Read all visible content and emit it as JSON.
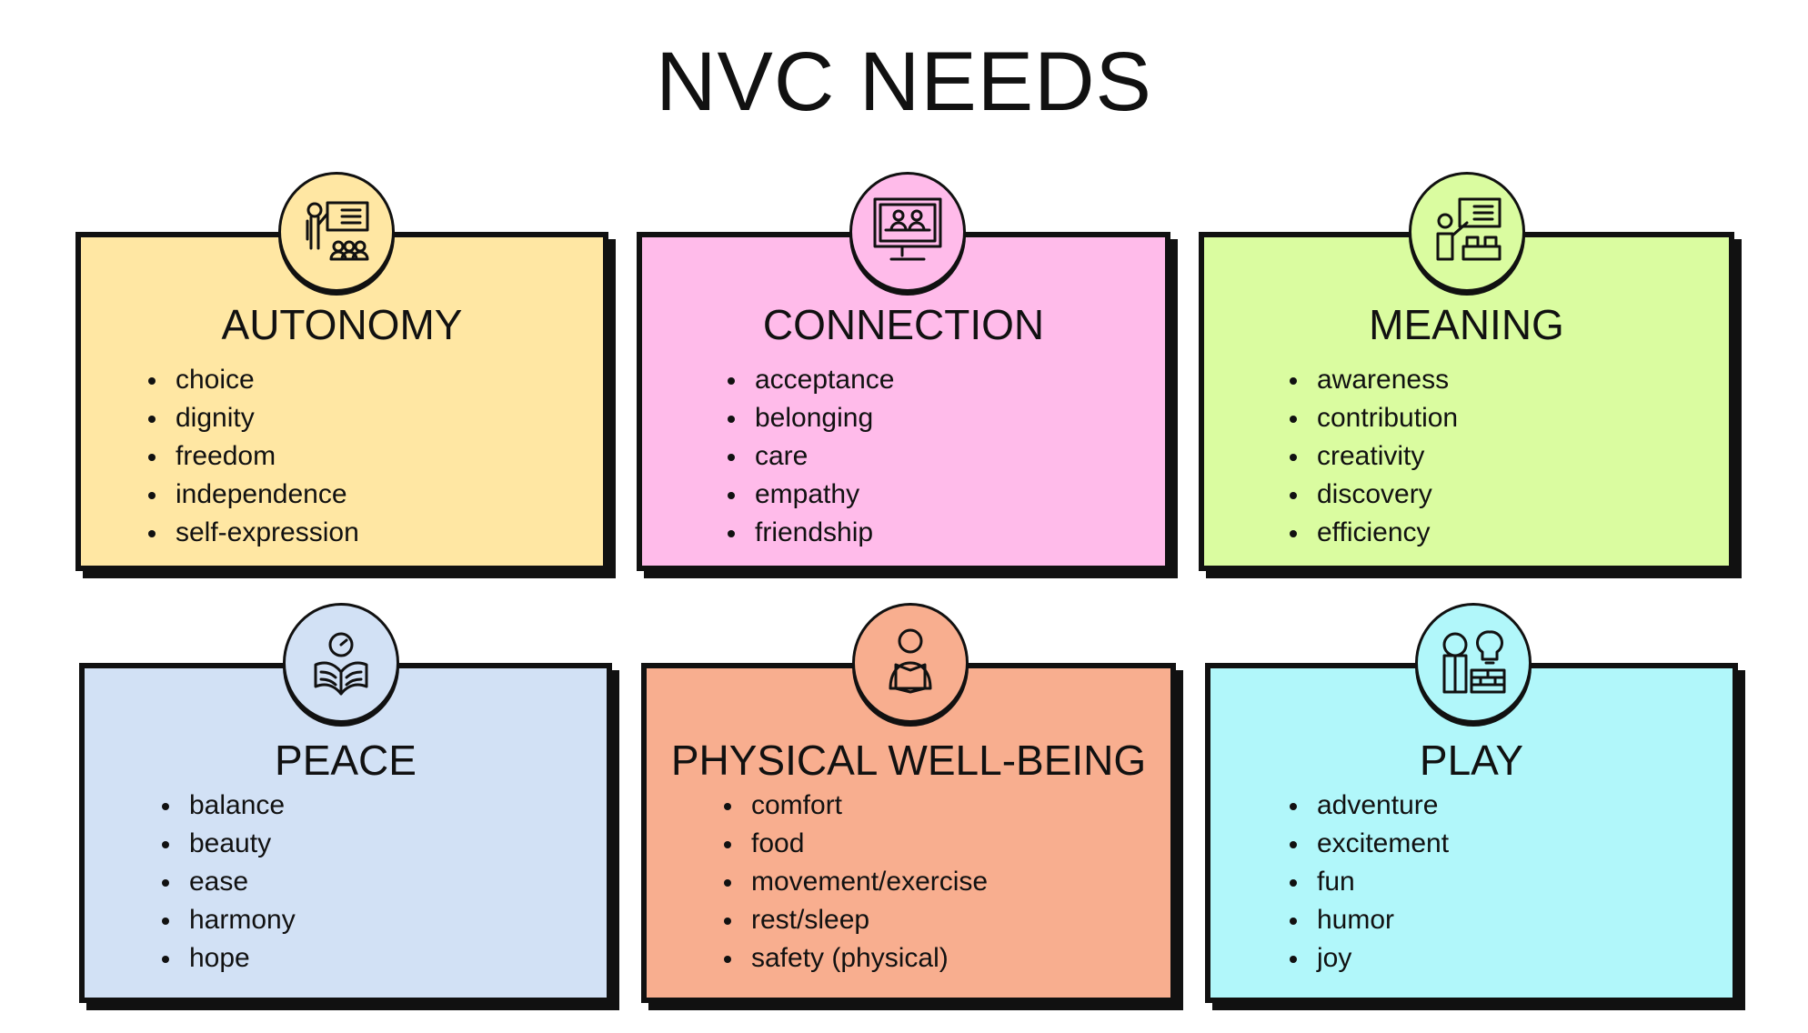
{
  "title": "NVC NEEDS",
  "categories": [
    {
      "name": "AUTONOMY",
      "icon": "teacher-presentation-icon",
      "color": "#FFE7A3",
      "items": [
        "choice",
        "dignity",
        "freedom",
        "independence",
        "self-expression"
      ]
    },
    {
      "name": "CONNECTION",
      "icon": "video-call-monitor-icon",
      "color": "#FFBBEA",
      "items": [
        "acceptance",
        "belonging",
        "care",
        "empathy",
        "friendship"
      ]
    },
    {
      "name": "MEANING",
      "icon": "teacher-blocks-icon",
      "color": "#DAFCA0",
      "items": [
        "awareness",
        "contribution",
        "creativity",
        "discovery",
        "efficiency"
      ]
    },
    {
      "name": "PEACE",
      "icon": "person-reading-book-icon",
      "color": "#D2E1F5",
      "items": [
        "balance",
        "beauty",
        "ease",
        "harmony",
        "hope"
      ]
    },
    {
      "name": "PHYSICAL WELL-BEING",
      "icon": "person-reading-icon",
      "color": "#F8AE8F",
      "items": [
        "comfort",
        "food",
        "movement/exercise",
        "rest/sleep",
        "safety (physical)"
      ]
    },
    {
      "name": "PLAY",
      "icon": "kids-lightbulb-icon",
      "color": "#B1F7FA",
      "items": [
        "adventure",
        "excitement",
        "fun",
        "humor",
        "joy"
      ]
    }
  ]
}
